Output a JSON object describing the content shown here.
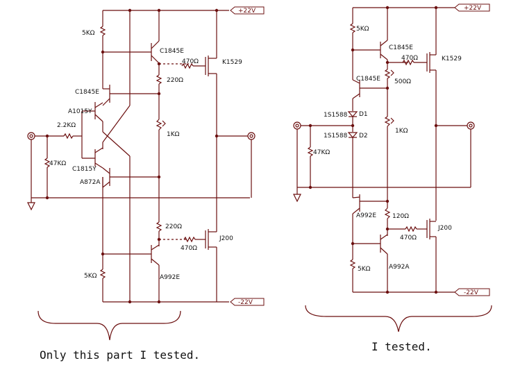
{
  "left_circuit": {
    "rail_pos": "+22V",
    "rail_neg": "-22V",
    "r_top": "5KΩ",
    "q_top": "C1845E",
    "r_gate_top": "470Ω",
    "mos_top": "K1529",
    "r_220_top": "220Ω",
    "q_mid": "C1845E",
    "q_a1015": "A1015Y",
    "r_in": "2.2KΩ",
    "pot": "1KΩ",
    "r_47k": "47KΩ",
    "q_c1815": "C1815Y",
    "q_a872": "A872A",
    "r_220_bot": "220Ω",
    "mos_bot": "J200",
    "r_gate_bot": "470Ω",
    "r_bot": "5KΩ",
    "q_bot": "A992E"
  },
  "right_circuit": {
    "rail_pos": "+22V",
    "rail_neg": "-22V",
    "r_top": "5KΩ",
    "q_top": "C1845E",
    "r_gate_top": "470Ω",
    "mos_top": "K1529",
    "q_mid": "C1845E",
    "pot_top": "500Ω",
    "d1_part": "1S1588",
    "d1": "D1",
    "d2_part": "1S1588",
    "d2": "D2",
    "pot_mid": "1KΩ",
    "r_47k": "47KΩ",
    "q_a992_mid": "A992E",
    "r_120": "120Ω",
    "mos_bot": "J200",
    "r_gate_bot": "470Ω",
    "r_bot": "5KΩ",
    "q_bot": "A992A"
  },
  "notes": {
    "left": "Only this part I tested.",
    "right": "I tested."
  }
}
